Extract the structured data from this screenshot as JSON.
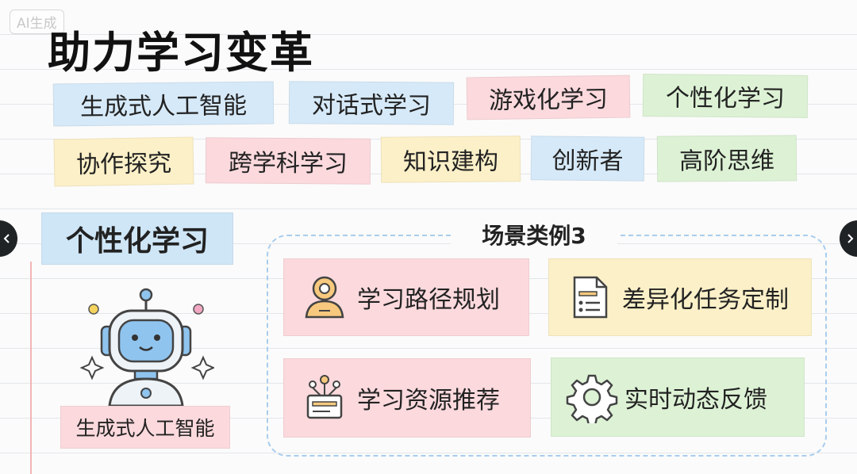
{
  "watermark": "AI生成",
  "title": "助力学习变革",
  "tags": [
    {
      "label": "生成式人工智能",
      "color": "blue"
    },
    {
      "label": "对话式学习",
      "color": "blue"
    },
    {
      "label": "游戏化学习",
      "color": "pink"
    },
    {
      "label": "个性化学习",
      "color": "green"
    },
    {
      "label": "协作探究",
      "color": "yellow"
    },
    {
      "label": "跨学科学习",
      "color": "pink"
    },
    {
      "label": "知识建构",
      "color": "yellow"
    },
    {
      "label": "创新者",
      "color": "blue"
    },
    {
      "label": "高阶思维",
      "color": "green"
    }
  ],
  "nav": {
    "prev_icon": "chevron-left-icon",
    "next_icon": "chevron-right-icon"
  },
  "section_title": "个性化学习",
  "robot": {
    "icon": "robot-icon",
    "label": "生成式人工智能"
  },
  "scene": {
    "label": "场景类例3",
    "cards": [
      {
        "label": "学习路径规划",
        "icon": "user-path-icon",
        "color": "pink"
      },
      {
        "label": "差异化任务定制",
        "icon": "document-list-icon",
        "color": "yellow"
      },
      {
        "label": "学习资源推荐",
        "icon": "network-resource-icon",
        "color": "pink"
      },
      {
        "label": "实时动态反馈",
        "icon": "gear-icon",
        "color": "green"
      }
    ]
  },
  "colors": {
    "blue": "#d6e9f8",
    "pink": "#fbd9dd",
    "green": "#ddf2d5",
    "yellow": "#fcf0c8",
    "dashed_border": "#a9cdee"
  }
}
